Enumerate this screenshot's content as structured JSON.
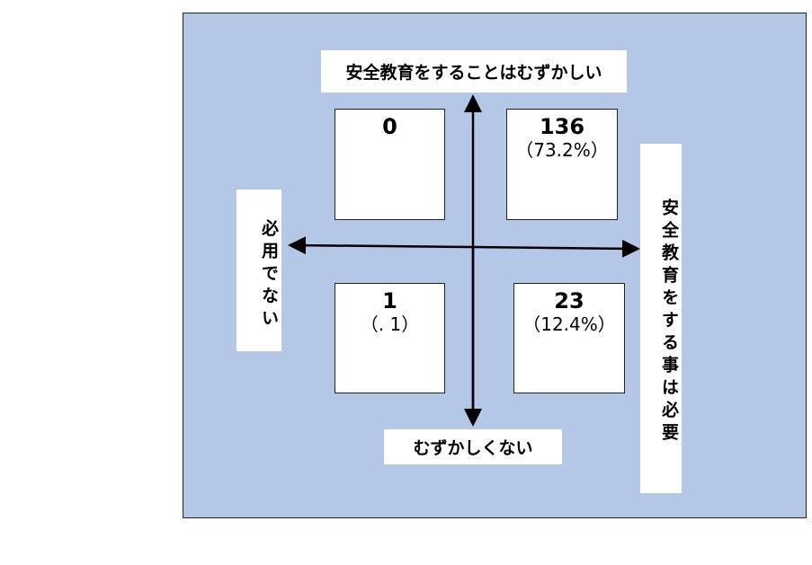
{
  "labels": {
    "top": "安全教育をすることはむずかしい",
    "bottom": "むずかしくない",
    "left": "必用でない",
    "right": "安全教育をする事は必要"
  },
  "quadrants": {
    "top_left": {
      "count": "0"
    },
    "top_right": {
      "count": "136",
      "percent": "（73.2%）"
    },
    "bottom_left": {
      "count": "1",
      "percent": "（. 1）"
    },
    "bottom_right": {
      "count": "23",
      "percent": "（12.4%）"
    }
  },
  "colors": {
    "background": "#b4c7e7"
  }
}
